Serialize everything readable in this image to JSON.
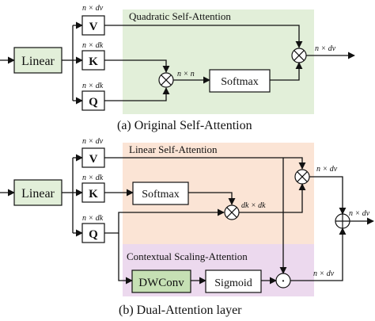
{
  "part_a": {
    "caption": "(a) Original Self-Attention",
    "region_title": "Quadratic Self-Attention",
    "linear": "Linear",
    "v": "V",
    "k": "K",
    "q": "Q",
    "softmax": "Softmax",
    "dim_v": "n × dv",
    "dim_k": "n × dk",
    "dim_q": "n × dk",
    "dim_nn": "n × n",
    "dim_out": "n × dv"
  },
  "part_b": {
    "caption": "(b) Dual-Attention layer",
    "region_linear": "Linear Self-Attention",
    "region_context": "Contextual Scaling-Attention",
    "linear": "Linear",
    "v": "V",
    "k": "K",
    "q": "Q",
    "softmax": "Softmax",
    "dwconv": "DWConv",
    "sigmoid": "Sigmoid",
    "dot": "·",
    "dim_v": "n × dv",
    "dim_k": "n × dk",
    "dim_q": "n × dk",
    "dim_kk": "dk × dk",
    "dim_mul": "n × dv",
    "dim_dot": "n × dv",
    "dim_out": "n × dv"
  },
  "colors": {
    "green_region": "#e2efd9",
    "orange_region": "#fbe4d5",
    "purple_region": "#ecd9ee",
    "linear_box": "#e2efd9",
    "dwconv_box": "#c6e0b4"
  }
}
